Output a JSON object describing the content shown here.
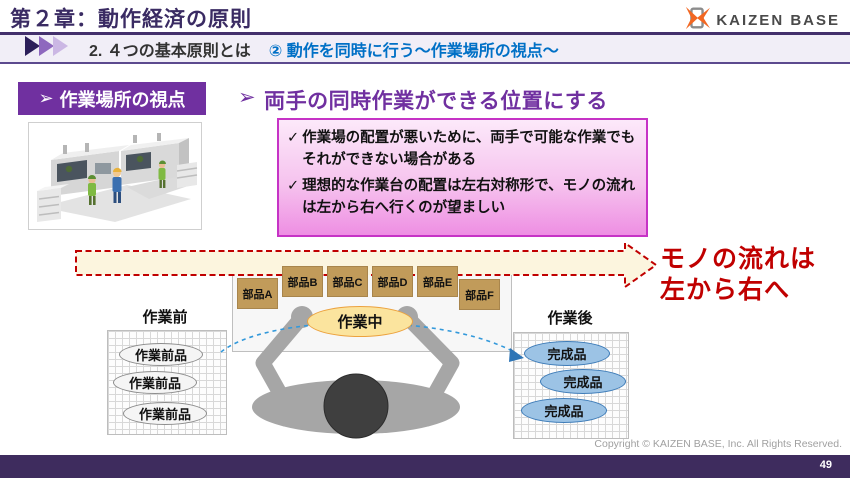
{
  "header": {
    "chapter_title": "第２章：動作経済の原則",
    "section_label": "2. ４つの基本原則とは",
    "topic_label": "② 動作を同時に行う～作業場所の視点～",
    "logo_text": "KAIZEN BASE"
  },
  "viewpoint_box": {
    "arrow_icon": "➢",
    "label": "作業場所の視点"
  },
  "main": {
    "arrow_icon": "➢",
    "heading": "両手の同時作業ができる位置にする",
    "check_icon": "✓",
    "bullets": [
      "作業場の配置が悪いために、両手で可能な作業でもそれができない場合がある",
      "理想的な作業台の配置は左右対称形で、モノの流れは左から右へ行くのが望ましい"
    ],
    "flow_note_line1": "モノの流れは",
    "flow_note_line2": "左から右へ"
  },
  "diagram": {
    "before_label": "作業前",
    "before_items": [
      "作業前品",
      "作業前品",
      "作業前品"
    ],
    "working_label": "作業中",
    "parts": [
      "部品A",
      "部品B",
      "部品C",
      "部品D",
      "部品E",
      "部品F"
    ],
    "after_label": "作業後",
    "after_items": [
      "完成品",
      "完成品",
      "完成品"
    ]
  },
  "footer": {
    "copyright": "Copyright ©  KAIZEN BASE, Inc.  All Rights Reserved.",
    "page_number": "49"
  },
  "colors": {
    "accent_purple": "#7030A0",
    "header_purple": "#3A2B63",
    "footer_purple": "#3E2C5E",
    "topic_blue": "#0070C6",
    "flow_red": "#C00000",
    "pink_border": "#C633C6",
    "part_tan": "#C19B5A",
    "done_blue": "#9CC3E5",
    "working_yellow": "#FBE49E"
  }
}
